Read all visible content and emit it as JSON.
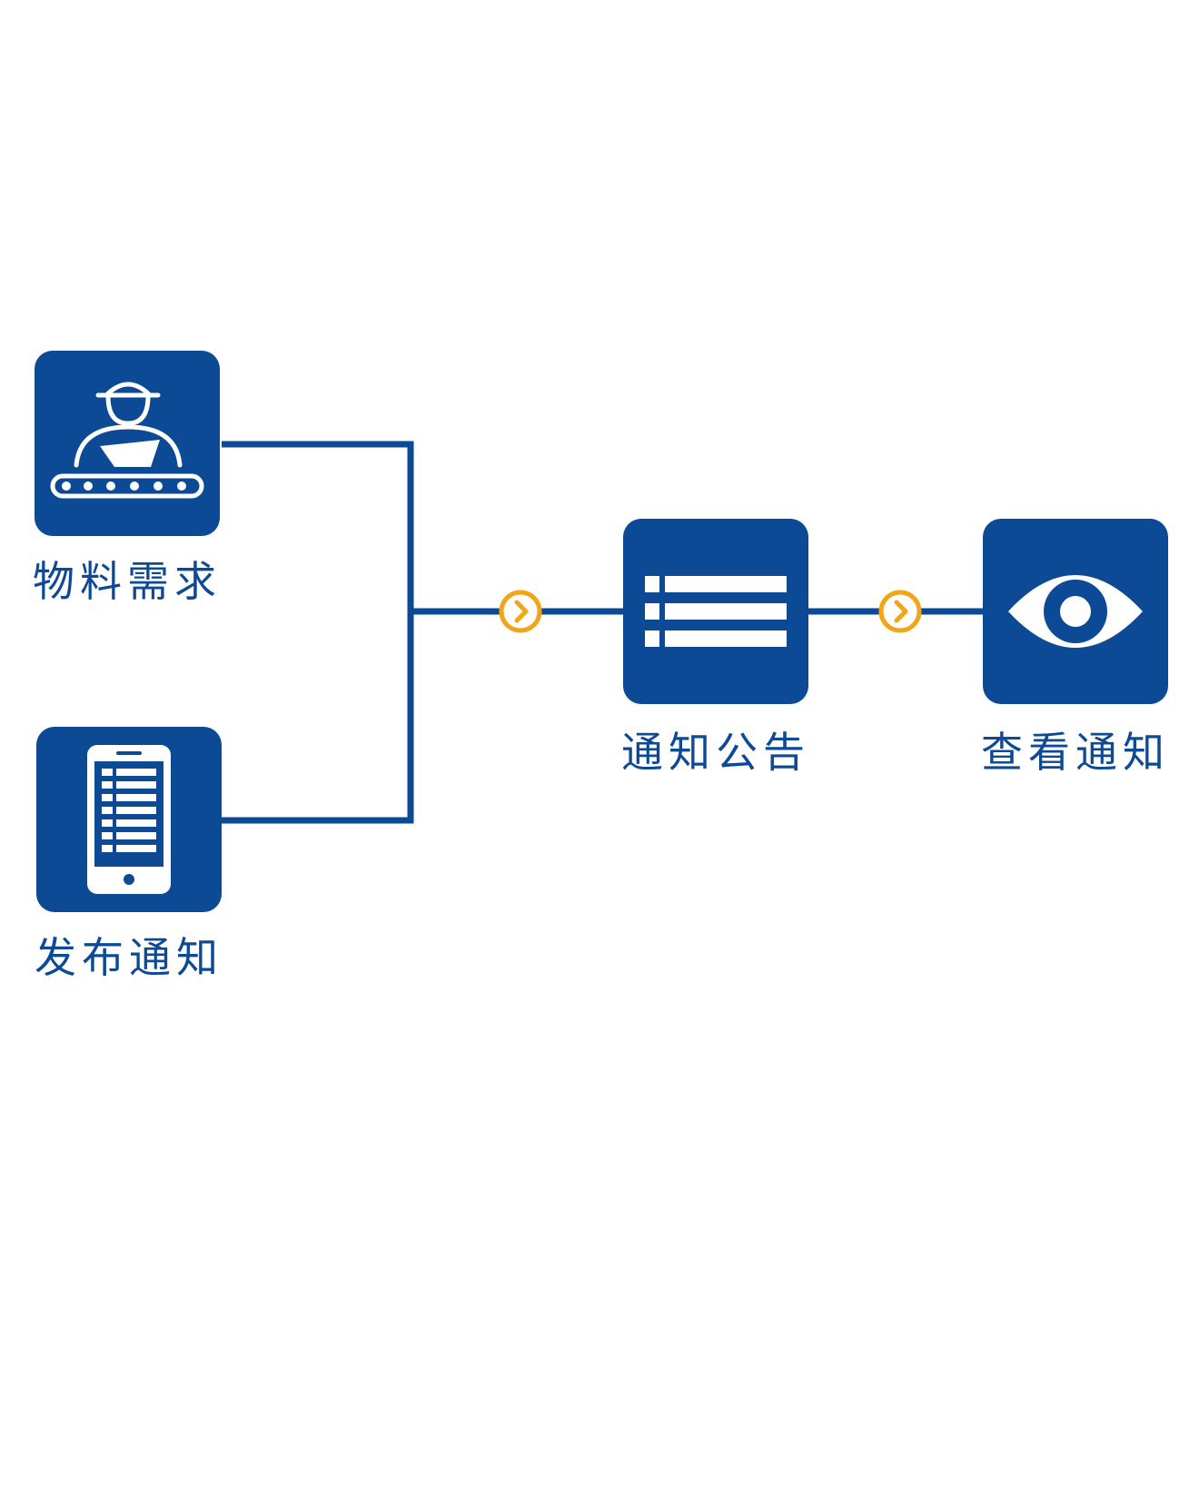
{
  "colors": {
    "primary": "#0d4a95",
    "accent": "#f2a516",
    "background": "#ffffff"
  },
  "nodes": {
    "material_demand": {
      "label": "物料需求",
      "icon": "worker-conveyor-icon"
    },
    "publish_notice": {
      "label": "发布通知",
      "icon": "smartphone-icon"
    },
    "notice_bulletin": {
      "label": "通知公告",
      "icon": "list-icon"
    },
    "view_notice": {
      "label": "查看通知",
      "icon": "eye-icon"
    }
  },
  "arrows": [
    "chevron-right-icon",
    "chevron-right-icon"
  ]
}
